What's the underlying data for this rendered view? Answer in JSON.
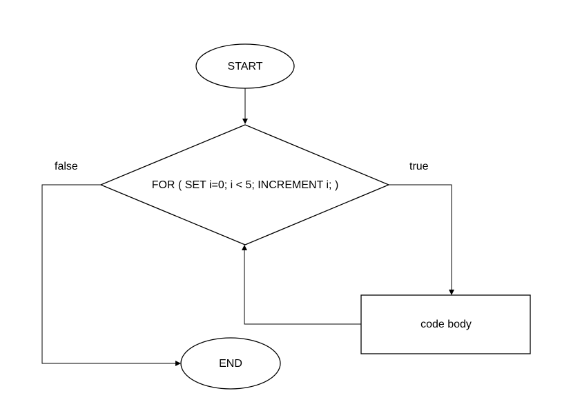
{
  "nodes": {
    "start": {
      "label": "START"
    },
    "condition": {
      "label": "FOR ( SET i=0; i < 5; INCREMENT i; )"
    },
    "body": {
      "label": "code body"
    },
    "end": {
      "label": "END"
    }
  },
  "edges": {
    "false_label": "false",
    "true_label": "true"
  }
}
